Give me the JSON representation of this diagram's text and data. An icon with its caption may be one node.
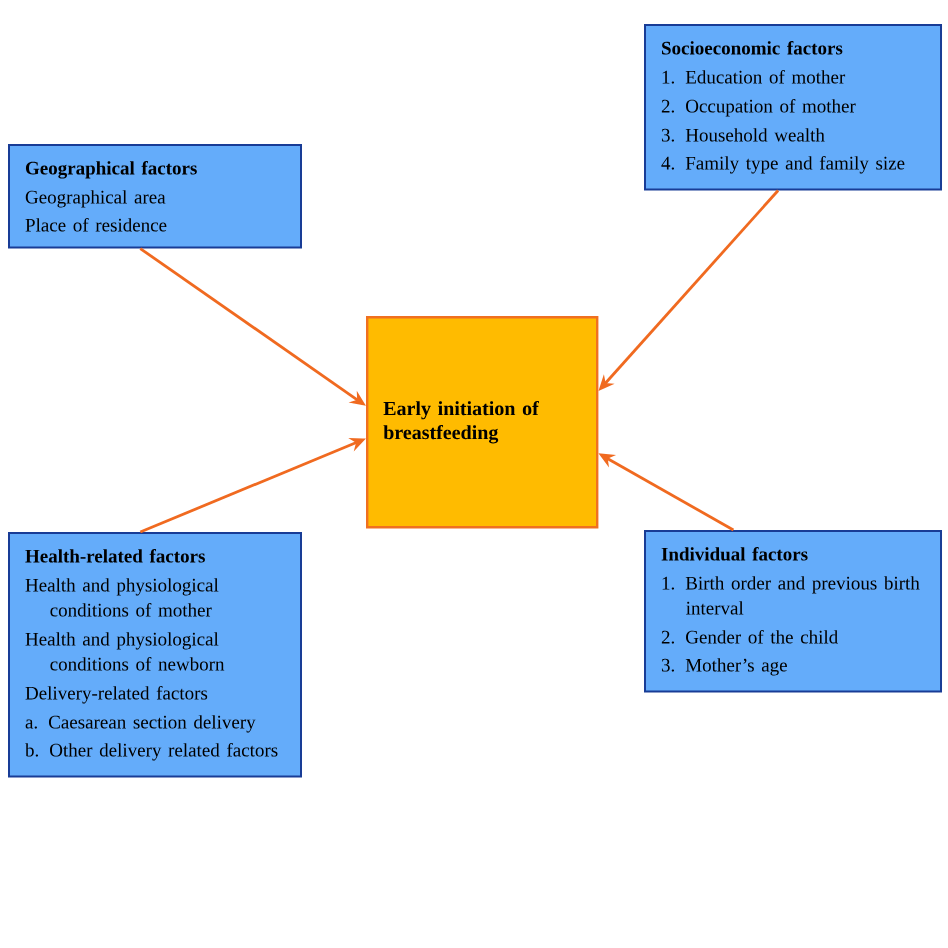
{
  "diagram": {
    "nodes": [
      {
        "text": [
          "Geographical factors",
          "Geographical area",
          "Place of residence"
        ]
      },
      {
        "text": [
          "Socioeconomic factors",
          "1. Education of mother",
          "2. Occupation of mother",
          "3. Household wealth",
          "4. Family type and family size"
        ]
      },
      {
        "text": [
          "Early initiation of breastfeeding"
        ]
      },
      {
        "text": [
          "Health-related factors",
          "Health and physiological conditions of mother",
          "Health and physiological conditions of newborn",
          "Delivery-related factors",
          "a. Caesarean section delivery",
          "b. Other delivery related factors"
        ]
      },
      {
        "text": [
          "Individual factors",
          "1. Birth order and previous birth interval",
          "2. Gender of the child",
          "3. Mother’s age"
        ]
      }
    ],
    "edges": [
      {
        "from": 0,
        "to": 2,
        "arrow": "to"
      },
      {
        "from": 1,
        "to": 2,
        "arrow": "to"
      },
      {
        "from": 3,
        "to": 2,
        "arrow": "to"
      },
      {
        "from": 4,
        "to": 2,
        "arrow": "to"
      }
    ]
  }
}
